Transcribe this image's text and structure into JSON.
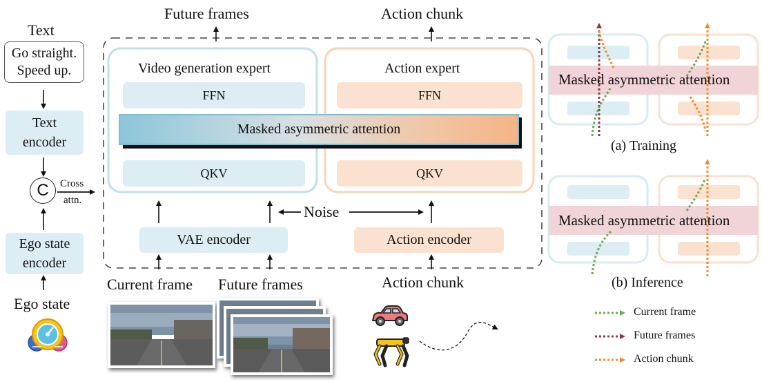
{
  "colors": {
    "blue_fill": "#ddedf4",
    "blue_border": "#bfe0ec",
    "peach_fill": "#fbe2d0",
    "peach_border": "#f8d3b6",
    "pink_band": "#f1d4d8",
    "current_frame_line": "#6aa84f",
    "future_frames_line": "#8b3a3a",
    "action_chunk_line": "#f08a2b"
  },
  "left": {
    "text_title": "Text",
    "text_input_line1": "Go straight.",
    "text_input_line2": "Speed up.",
    "text_encoder_line1": "Text",
    "text_encoder_line2": "encoder",
    "concat_symbol": "C",
    "cross_line1": "Cross",
    "cross_line2": "attn.",
    "ego_encoder_line1": "Ego state",
    "ego_encoder_line2": "encoder",
    "ego_state": "Ego state",
    "gauge_icon": "speedometer-icon"
  },
  "main": {
    "top_future_frames": "Future frames",
    "top_action_chunk": "Action chunk",
    "video_expert_title": "Video generation expert",
    "action_expert_title": "Action expert",
    "ffn_left": "FFN",
    "ffn_right": "FFN",
    "attention": "Masked asymmetric attention",
    "qkv_left": "QKV",
    "qkv_right": "QKV",
    "noise": "Noise",
    "vae_encoder": "VAE encoder",
    "action_encoder": "Action encoder",
    "current_frame": "Current frame",
    "future_frames": "Future frames",
    "action_chunk": "Action chunk",
    "car_icon": "car-icon",
    "robot_dog_icon": "robot-dog-icon"
  },
  "right": {
    "training_attention": "Masked asymmetric attention",
    "training_caption": "(a) Training",
    "inference_attention": "Masked asymmetric attention",
    "inference_caption": "(b) Inference",
    "legend": [
      {
        "label": "Current frame"
      },
      {
        "label": "Future frames"
      },
      {
        "label": "Action chunk"
      }
    ]
  }
}
